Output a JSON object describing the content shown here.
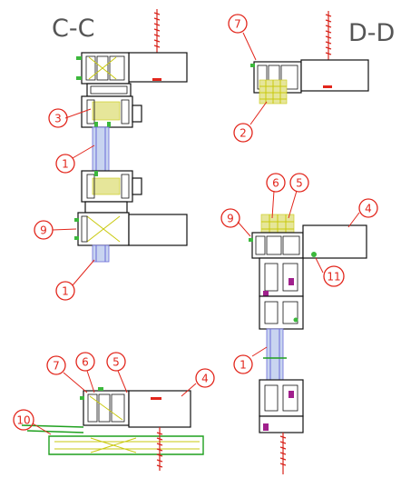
{
  "titles": {
    "section_cc": "C-C",
    "section_dd": "D-D"
  },
  "callouts": {
    "cc_3": "3",
    "cc_1_upper": "1",
    "cc_9": "9",
    "cc_1_lower": "1",
    "cc_7": "7",
    "cc_6": "6",
    "cc_5": "5",
    "cc_4": "4",
    "cc_10": "10",
    "dd_7": "7",
    "dd_2": "2",
    "dd_6": "6",
    "dd_5": "5",
    "dd_9": "9",
    "dd_4": "4",
    "dd_11": "11",
    "dd_1": "1"
  },
  "colors": {
    "callout": "#e2261c",
    "profile_outline": "#111111",
    "gasket": "#1ea01e",
    "insulation": "#c9c90f",
    "glass": "#6a6ad8",
    "fastener": "#d8241c",
    "seal": "#a0208c"
  }
}
